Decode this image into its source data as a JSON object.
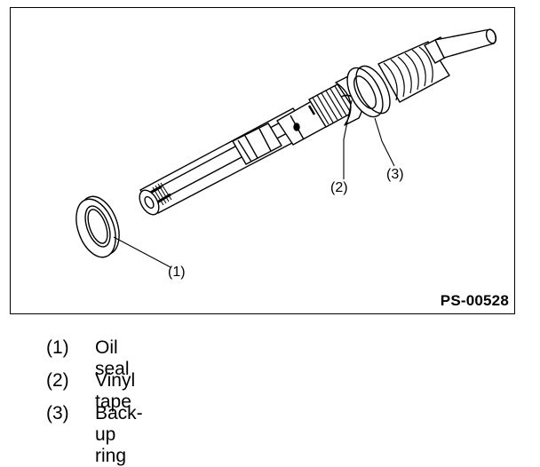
{
  "figure": {
    "id_label": "PS-00528",
    "callouts": [
      "(1)",
      "(2)",
      "(3)"
    ]
  },
  "legend": [
    {
      "num": "(1)",
      "text": "Oil seal"
    },
    {
      "num": "(2)",
      "text": "Vinyl tape"
    },
    {
      "num": "(3)",
      "text": "Back-up ring"
    }
  ]
}
